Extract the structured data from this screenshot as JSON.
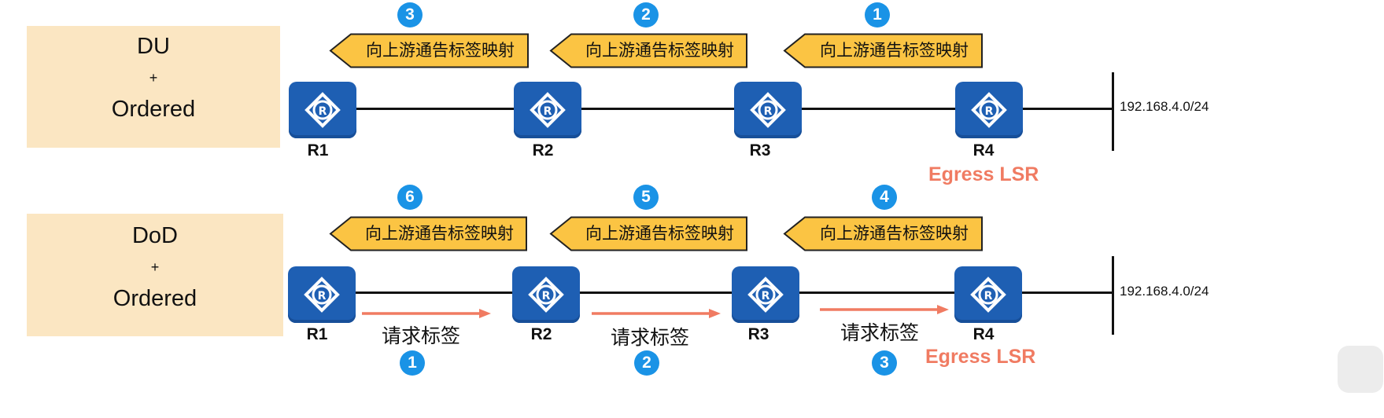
{
  "top": {
    "mode": {
      "line1": "DU",
      "line2": "+",
      "line3": "Ordered"
    },
    "routers": [
      "R1",
      "R2",
      "R3",
      "R4"
    ],
    "egress_label": "Egress LSR",
    "network": "192.168.4.0/24",
    "advertisements": [
      {
        "step": "3",
        "label": "向上游通告标签映射"
      },
      {
        "step": "2",
        "label": "向上游通告标签映射"
      },
      {
        "step": "1",
        "label": "向上游通告标签映射"
      }
    ]
  },
  "bottom": {
    "mode": {
      "line1": "DoD",
      "line2": "+",
      "line3": "Ordered"
    },
    "routers": [
      "R1",
      "R2",
      "R3",
      "R4"
    ],
    "egress_label": "Egress LSR",
    "network": "192.168.4.0/24",
    "advertisements": [
      {
        "step": "6",
        "label": "向上游通告标签映射"
      },
      {
        "step": "5",
        "label": "向上游通告标签映射"
      },
      {
        "step": "4",
        "label": "向上游通告标签映射"
      }
    ],
    "requests": [
      {
        "step": "1",
        "label": "请求标签"
      },
      {
        "step": "2",
        "label": "请求标签"
      },
      {
        "step": "3",
        "label": "请求标签"
      }
    ]
  },
  "colors": {
    "mode_box": "#fbe6c2",
    "router": "#1e5fb3",
    "adv_arrow": "#fbc443",
    "step_badge": "#1a93e6",
    "egress": "#f07b62",
    "request_arrow": "#f07b62"
  },
  "icons": {
    "router": "router-icon"
  }
}
